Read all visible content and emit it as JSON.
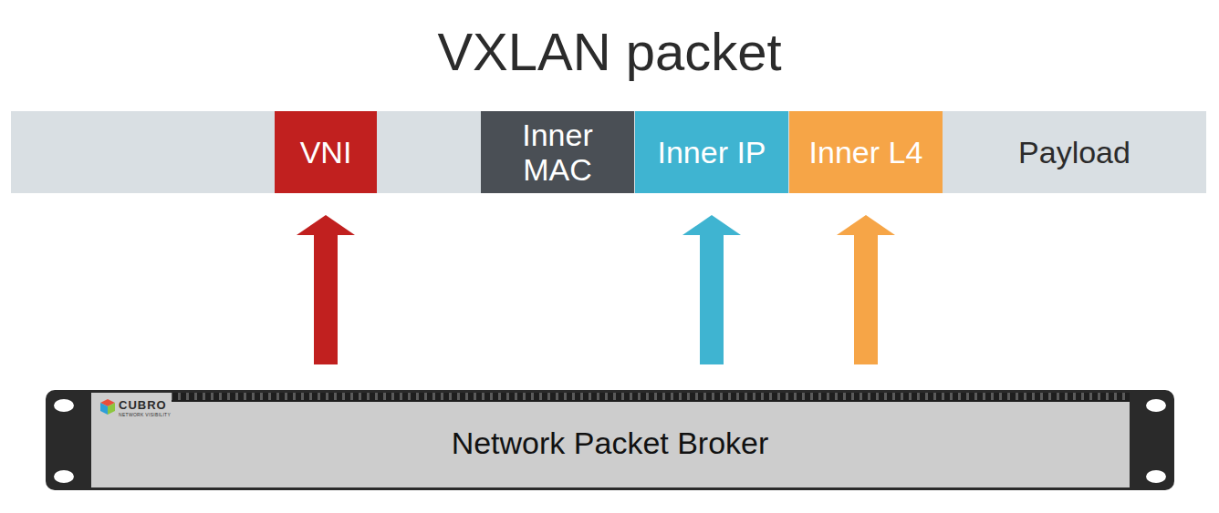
{
  "diagram": {
    "title": "VXLAN packet",
    "nodes": [
      {
        "text": [
          "Payload"
        ]
      },
      {
        "text": [
          "VNI"
        ],
        "in": 0
      },
      {
        "text": [
          "Inner MAC"
        ],
        "in": 0
      },
      {
        "text": [
          "Inner IP"
        ],
        "in": 0
      },
      {
        "text": [
          "Inner L4"
        ],
        "in": 0
      },
      {
        "text": [
          "Network Packet Broker"
        ]
      }
    ],
    "edges": [
      {
        "from": 5,
        "to": 1,
        "arrow": "to"
      },
      {
        "from": 5,
        "to": 3,
        "arrow": "to"
      },
      {
        "from": 5,
        "to": 4,
        "arrow": "to"
      }
    ],
    "labels": [
      "CUBRO",
      "NETWORK VISIBILITY"
    ]
  }
}
